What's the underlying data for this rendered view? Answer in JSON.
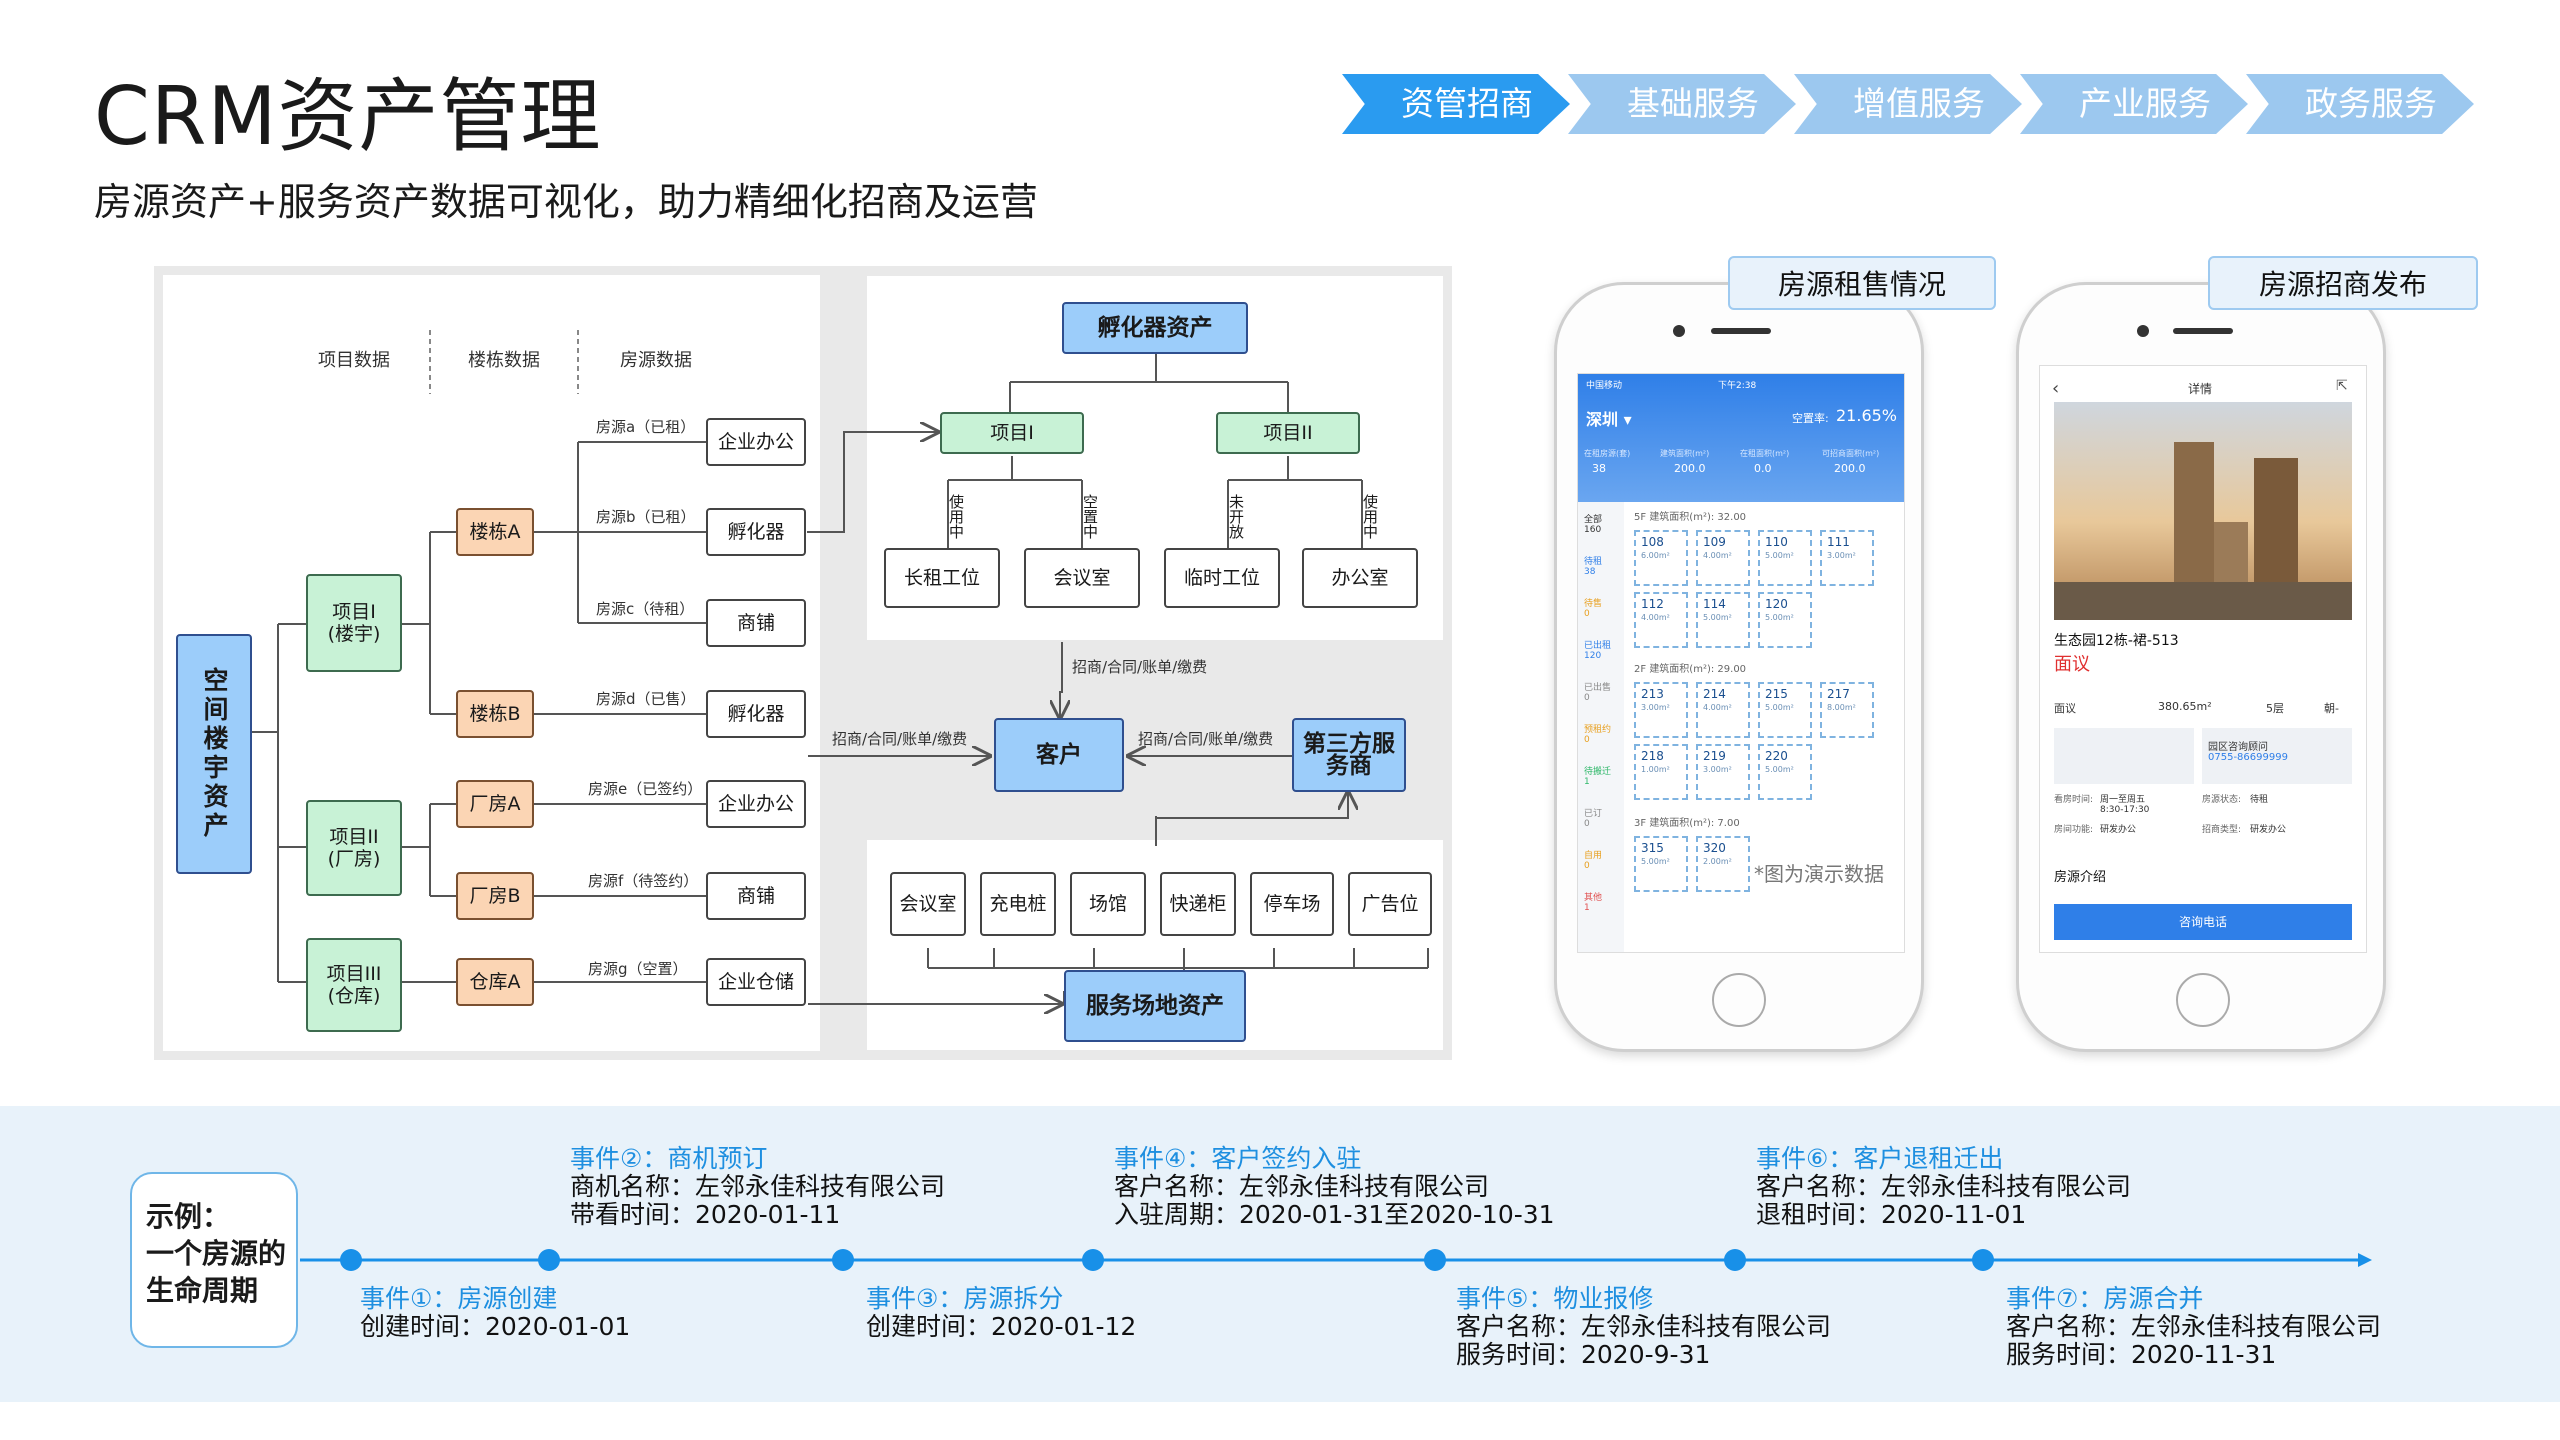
{
  "header": {
    "title": "CRM资产管理",
    "subtitle": "房源资产+服务资产数据可视化，助力精细化招商及运营"
  },
  "nav": {
    "accent": "#2a9bf0",
    "inactive_color": "#9cc8ef",
    "tabs": [
      {
        "label": "资管招商",
        "active": true
      },
      {
        "label": "基础服务",
        "active": false
      },
      {
        "label": "增值服务",
        "active": false
      },
      {
        "label": "产业服务",
        "active": false
      },
      {
        "label": "政务服务",
        "active": false
      }
    ]
  },
  "diagram": {
    "headers": [
      "项目数据",
      "楼栋数据",
      "房源数据"
    ],
    "root": "空间楼宇资产",
    "projects": [
      "项目I\n(楼宇)",
      "项目II\n(厂房)",
      "项目III\n(仓库)"
    ],
    "buildings": [
      "楼栋A",
      "楼栋B",
      "厂房A",
      "厂房B",
      "仓库A"
    ],
    "rooms": [
      {
        "label": "房源a（已租）",
        "type": "企业办公"
      },
      {
        "label": "房源b（已租）",
        "type": "孵化器"
      },
      {
        "label": "房源c（待租）",
        "type": "商铺"
      },
      {
        "label": "房源d（已售）",
        "type": "孵化器"
      },
      {
        "label": "房源e（已签约）",
        "type": "企业办公"
      },
      {
        "label": "房源f（待签约）",
        "type": "商铺"
      },
      {
        "label": "房源g（空置）",
        "type": "企业仓储"
      }
    ],
    "incubator": {
      "title": "孵化器资产",
      "projects": [
        "项目I",
        "项目II"
      ],
      "statuses": [
        "使用中",
        "空置中",
        "未开放",
        "使用中"
      ],
      "units": [
        "长租工位",
        "会议室",
        "临时工位",
        "办公室"
      ]
    },
    "customer": "客户",
    "third_party": "第三方服务商",
    "flow_label": "招商/合同/账单/缴费",
    "venue": {
      "title": "服务场地资产",
      "items": [
        "会议室",
        "充电桩",
        "场馆",
        "快递柜",
        "停车场",
        "广告位"
      ]
    }
  },
  "phone1": {
    "tag": "房源租售情况",
    "status_carrier": "中国移动",
    "status_time": "下午2:38",
    "city": "深圳",
    "vacancy_label": "空置率:",
    "vacancy_value": "21.65%",
    "stats": [
      {
        "label": "在租房源(套)",
        "value": "38"
      },
      {
        "label": "建筑面积(m²)",
        "value": "200.0"
      },
      {
        "label": "在租面积(m²)",
        "value": "0.0"
      },
      {
        "label": "可招商面积(m²)",
        "value": "200.0"
      }
    ],
    "side_filters": [
      {
        "label": "全部",
        "count": "160"
      },
      {
        "label": "待租",
        "count": "38"
      },
      {
        "label": "待售",
        "count": "0"
      },
      {
        "label": "已出租",
        "count": "120"
      },
      {
        "label": "已出售",
        "count": "0"
      },
      {
        "label": "预租约",
        "count": "0"
      },
      {
        "label": "待搬迁",
        "count": "1"
      },
      {
        "label": "已订",
        "count": "0"
      },
      {
        "label": "自用",
        "count": "0"
      },
      {
        "label": "其他",
        "count": "1"
      }
    ],
    "floors": [
      {
        "label": "5F",
        "area": "建筑面积(m²): 32.00",
        "rooms": [
          {
            "no": "108",
            "area": "6.00m²"
          },
          {
            "no": "109",
            "area": "4.00m²"
          },
          {
            "no": "110",
            "area": "5.00m²"
          },
          {
            "no": "111",
            "area": "3.00m²"
          },
          {
            "no": "112",
            "area": "4.00m²"
          },
          {
            "no": "114",
            "area": "5.00m²"
          },
          {
            "no": "120",
            "area": "5.00m²"
          }
        ]
      },
      {
        "label": "2F",
        "area": "建筑面积(m²): 29.00",
        "rooms": [
          {
            "no": "213",
            "area": "3.00m²"
          },
          {
            "no": "214",
            "area": "4.00m²"
          },
          {
            "no": "215",
            "area": "5.00m²"
          },
          {
            "no": "217",
            "area": "8.00m²"
          },
          {
            "no": "218",
            "area": "1.00m²"
          },
          {
            "no": "219",
            "area": "3.00m²"
          },
          {
            "no": "220",
            "area": "5.00m²"
          }
        ]
      },
      {
        "label": "3F",
        "area": "建筑面积(m²): 7.00",
        "rooms": [
          {
            "no": "315",
            "area": "5.00m²"
          },
          {
            "no": "320",
            "area": "2.00m²"
          }
        ]
      }
    ],
    "demo_note": "*图为演示数据"
  },
  "phone2": {
    "tag": "房源招商发布",
    "nav_title": "详情",
    "room_name": "生态园12栋-裙-513",
    "price": "面议",
    "price_color": "#e03030",
    "price_label": "面议",
    "area": "380.65m²",
    "floor": "5层",
    "orientation": "朝-",
    "contact_label": "园区咨询顾问",
    "contact_phone": "0755-86699999",
    "rows": [
      {
        "k": "看房时间:",
        "v": "周一至周五\n8:30-17:30"
      },
      {
        "k": "房源状态:",
        "v": "待租"
      },
      {
        "k": "房间功能:",
        "v": "研发办公"
      },
      {
        "k": "招商类型:",
        "v": "研发办公"
      }
    ],
    "intro_title": "房源介绍",
    "cta": "咨询电话"
  },
  "timeline": {
    "example": "示例：\n一个房源的\n生命周期",
    "events": [
      {
        "title": "事件①：房源创建",
        "lines": [
          "创建时间：2020-01-01"
        ]
      },
      {
        "title": "事件②：商机预订",
        "lines": [
          "商机名称：左邻永佳科技有限公司",
          "带看时间：2020-01-11"
        ]
      },
      {
        "title": "事件③：房源拆分",
        "lines": [
          "创建时间：2020-01-12"
        ]
      },
      {
        "title": "事件④：客户签约入驻",
        "lines": [
          "客户名称：左邻永佳科技有限公司",
          "入驻周期：2020-01-31至2020-10-31"
        ]
      },
      {
        "title": "事件⑤：物业报修",
        "lines": [
          "客户名称：左邻永佳科技有限公司",
          "服务时间：2020-9-31"
        ]
      },
      {
        "title": "事件⑥：客户退租迁出",
        "lines": [
          "客户名称：左邻永佳科技有限公司",
          "退租时间：2020-11-01"
        ]
      },
      {
        "title": "事件⑦：房源合并",
        "lines": [
          "客户名称：左邻永佳科技有限公司",
          "服务时间：2020-11-31"
        ]
      }
    ]
  }
}
